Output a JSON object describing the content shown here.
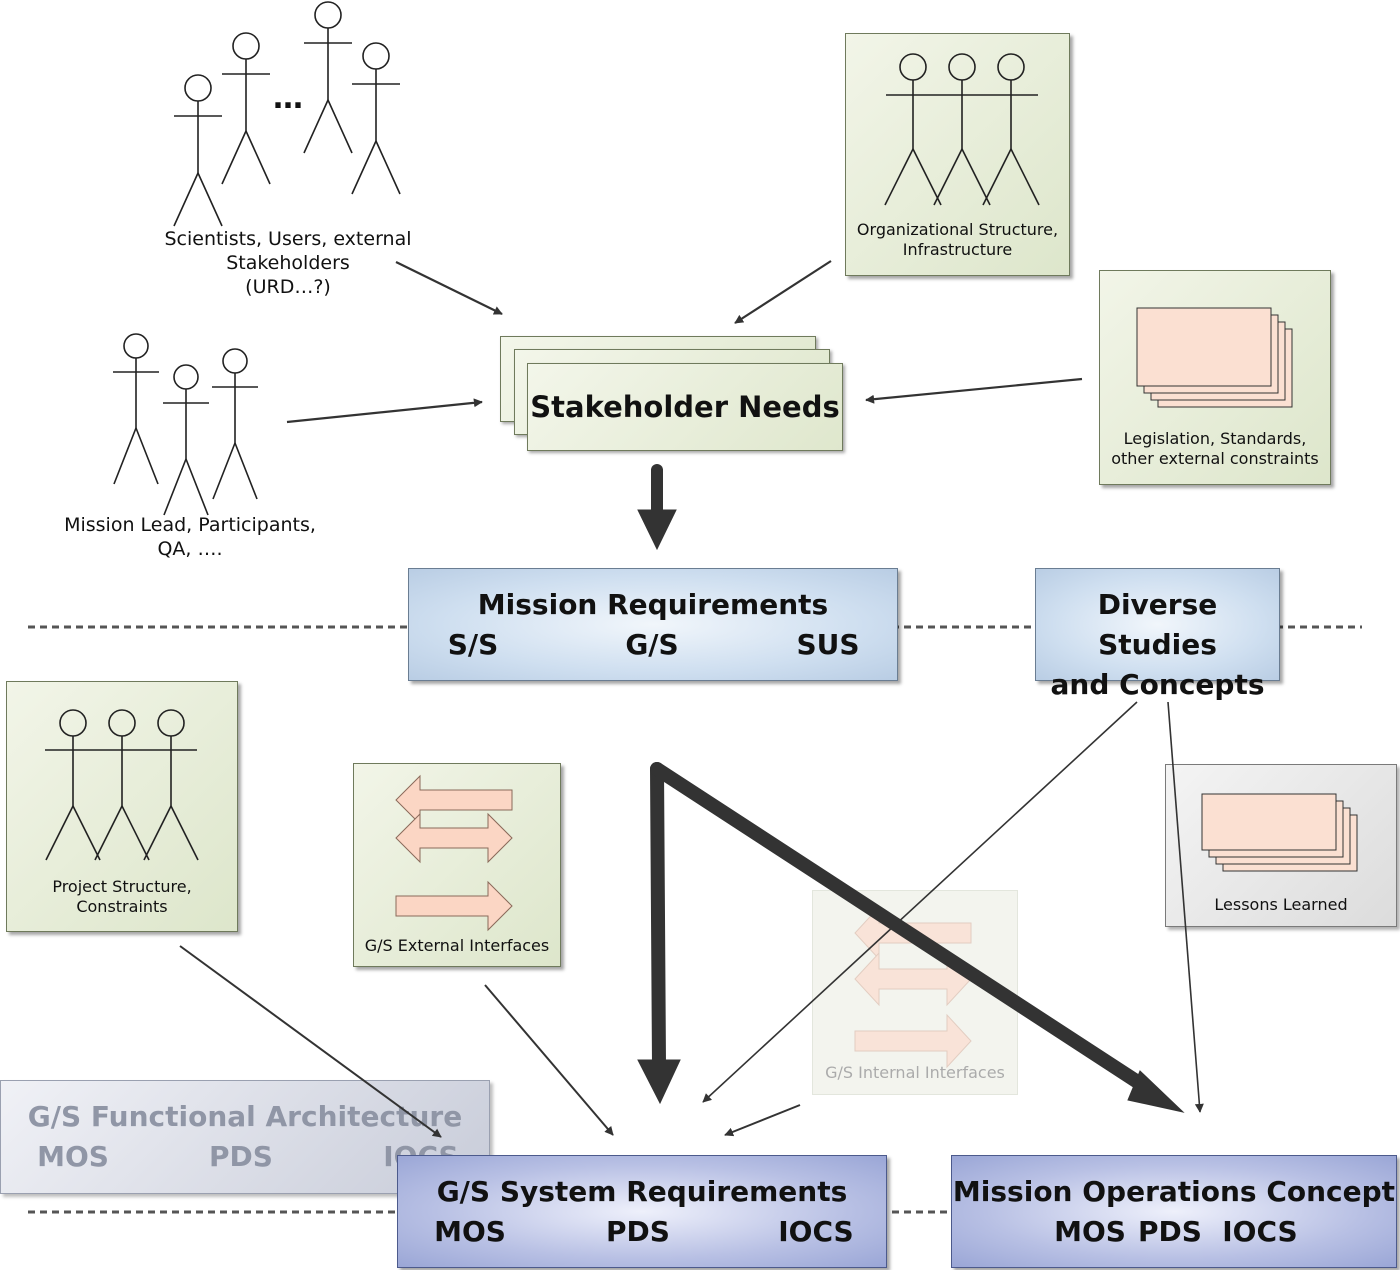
{
  "actors": {
    "scientists_label": [
      "Scientists, Users, external",
      "Stakeholders",
      "(URD…?)"
    ],
    "ellipsis": "…",
    "mission_lead_label": [
      "Mission Lead, Participants,",
      "QA, …."
    ]
  },
  "org_structure": {
    "label": [
      "Organizational Structure,",
      "Infrastructure"
    ]
  },
  "legislation": {
    "label": [
      "Legislation, Standards,",
      "other external constraints"
    ]
  },
  "stakeholder_needs": {
    "label": "Stakeholder Needs"
  },
  "mission_requirements": {
    "title": "Mission Requirements",
    "items": [
      "S/S",
      "G/S",
      "SUS"
    ]
  },
  "diverse_studies": {
    "label": [
      "Diverse Studies",
      "and Concepts"
    ]
  },
  "project_structure": {
    "label": [
      "Project Structure,",
      "Constraints"
    ]
  },
  "gs_external_interfaces": {
    "label": "G/S External Interfaces"
  },
  "gs_internal_interfaces": {
    "label": "G/S Internal Interfaces"
  },
  "lessons_learned": {
    "label": "Lessons Learned"
  },
  "gs_functional_architecture": {
    "title": "G/S Functional Architecture",
    "items": [
      "MOS",
      "PDS",
      "IOCS"
    ]
  },
  "gs_system_requirements": {
    "title": "G/S System Requirements",
    "items": [
      "MOS",
      "PDS",
      "IOCS"
    ]
  },
  "mission_operations_concept": {
    "title": "Mission Operations Concept",
    "items": [
      "MOS",
      "PDS",
      "IOCS"
    ]
  },
  "colors": {
    "arrow": "#333333",
    "green_fill": "#dfe7cd",
    "blue_fill": "#cfdff0",
    "dark_blue_fill": "#b8c0e4",
    "doc_fill": "#fbe0d2"
  }
}
